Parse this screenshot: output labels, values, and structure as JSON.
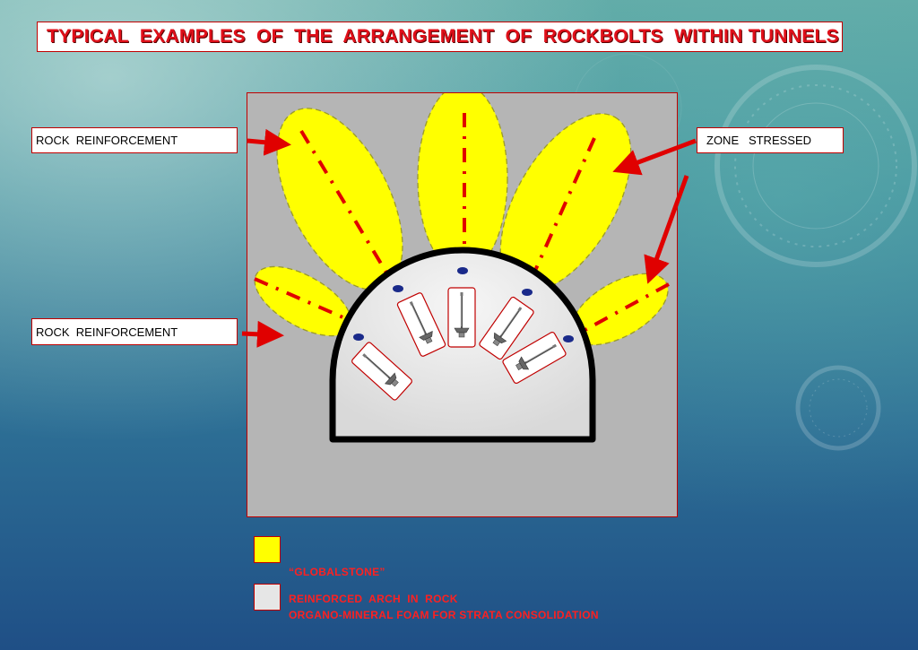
{
  "title": "TYPICAL  EXAMPLES  OF  THE  ARRANGEMENT  OF  ROCKBOLTS  WITHIN TUNNELS",
  "labels": {
    "rock_reinforcement_top": "ROCK  REINFORCEMENT",
    "rock_reinforcement_bottom": "ROCK  REINFORCEMENT",
    "zone_stressed": "ZONE   STRESSED"
  },
  "legend": {
    "globalstone_line1": "“GLOBALSTONE”",
    "globalstone_line2": "ORGANO-MINERAL FOAM FOR STRATA CONSOLIDATION",
    "reinforced_arch": "REINFORCED  ARCH  IN  ROCK"
  },
  "colors": {
    "foam": "#ffff00",
    "arch": "#e6e6e6",
    "arrow": "#e00000",
    "figure_bg": "#b5b5b5"
  }
}
